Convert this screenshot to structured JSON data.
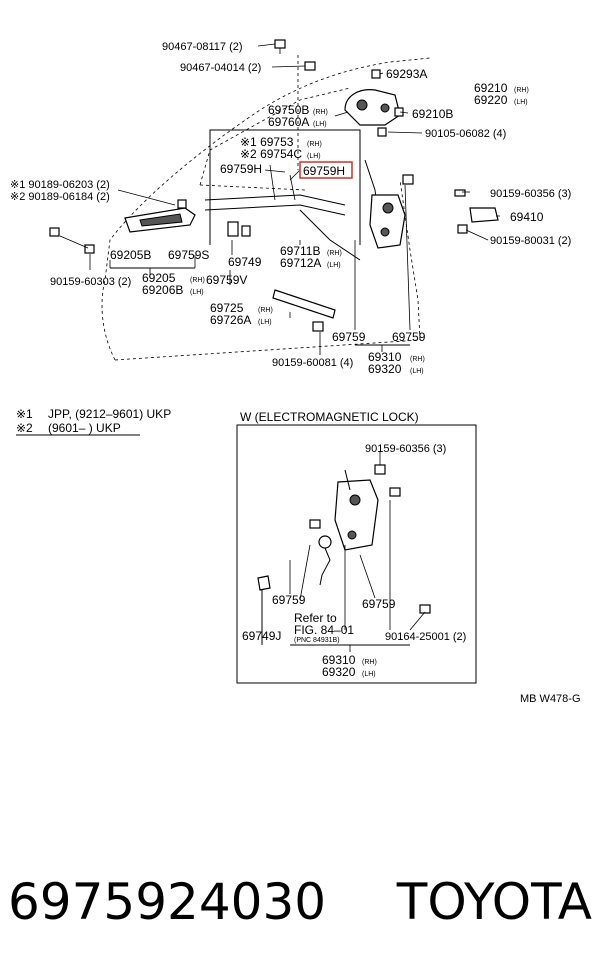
{
  "labels": {
    "p90467_08117": "90467-08117 (2)",
    "p90467_04014": "90467-04014 (2)",
    "p69293A": "69293A",
    "p69210": "69210",
    "rh": "(RH)",
    "lh": "(LH)",
    "p69220": "69220",
    "p69210B": "69210B",
    "p90105_06082": "90105-06082 (4)",
    "p69750B": "69750B",
    "p69760A": "69760A",
    "p69753": "※1 69753",
    "p69754C": "※2 69754C",
    "p69759H": "69759H",
    "p69759H_hl": "69759H",
    "p90189_06203": "※1 90189-06203 (2)",
    "p90189_06184": "※2 90189-06184 (2)",
    "p90159_60356": "90159-60356 (3)",
    "p69410": "69410",
    "p90159_80031": "90159-80031 (2)",
    "p69205B": "69205B",
    "p69759S": "69759S",
    "p69749": "69749",
    "p69711B": "69711B",
    "p69712A": "69712A",
    "p90159_60303": "90159-60303 (2)",
    "p69205": "69205",
    "p69206B": "69206B",
    "p69759V": "69759V",
    "p69725": "69725",
    "p69726A": "69726A",
    "p69759a": "69759",
    "p69759b": "69759",
    "p90159_60081": "90159-60081 (4)",
    "p69310": "69310",
    "p69320": "69320",
    "note1_mark": "※1",
    "note1_text": "JPP, (9212–9601) UKP",
    "note2_mark": "※2",
    "note2_text": "(9601–        ) UKP",
    "inset_title": "W (ELECTROMAGNETIC LOCK)",
    "w_90159_60356": "90159-60356 (3)",
    "w_69759a": "69759",
    "w_69759b": "69759",
    "w_refer": "Refer to",
    "w_fig": "FIG. 84–01",
    "w_pnc": "(PNC 84931B)",
    "w_69749J": "69749J",
    "w_90164_25001": "90164-25001 (2)",
    "w_69310": "69310",
    "w_69320": "69320",
    "code": "MB W478-G"
  },
  "footer": {
    "part_number": "6975924030",
    "brand": "TOYOTA"
  },
  "colors": {
    "highlight": "#d0302a",
    "line": "#000000"
  }
}
